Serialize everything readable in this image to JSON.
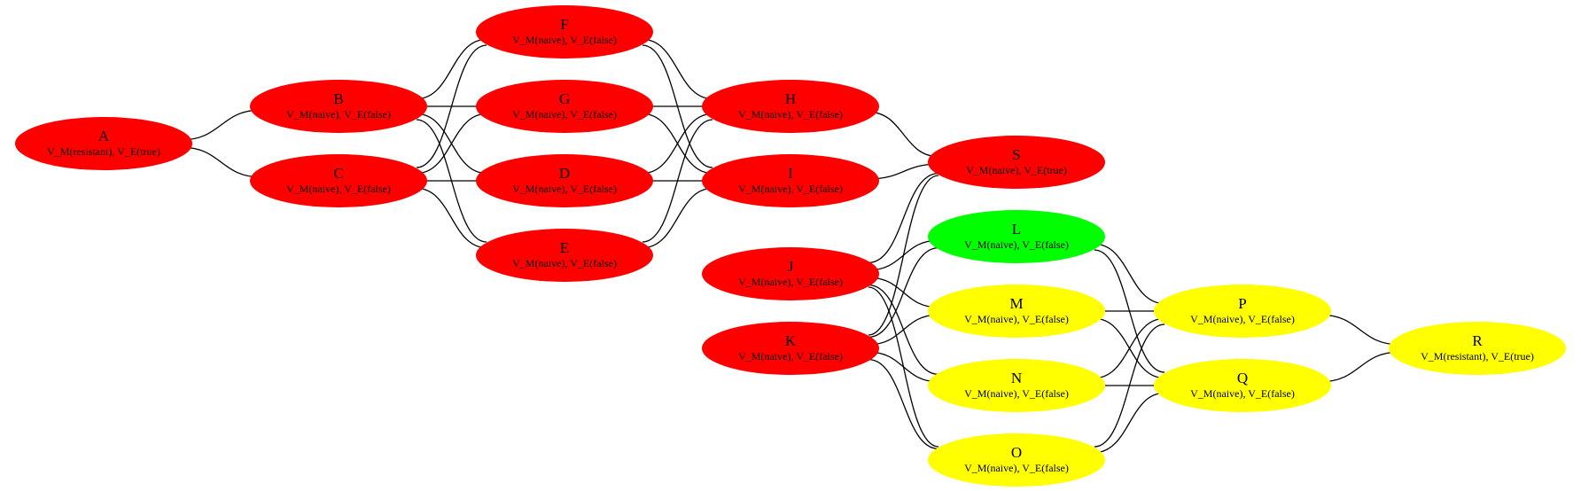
{
  "colors": {
    "red": "#ff0000",
    "green": "#00ff00",
    "yellow": "#ffff00",
    "edge": "#000000"
  },
  "nodes": [
    {
      "id": "A",
      "label": "A",
      "sublabel": "V_M(resistant), V_E(true)",
      "color": "red"
    },
    {
      "id": "B",
      "label": "B",
      "sublabel": "V_M(naive), V_E(false)",
      "color": "red"
    },
    {
      "id": "C",
      "label": "C",
      "sublabel": "V_M(naive), V_E(false)",
      "color": "red"
    },
    {
      "id": "F",
      "label": "F",
      "sublabel": "V_M(naive), V_E(false)",
      "color": "red"
    },
    {
      "id": "G",
      "label": "G",
      "sublabel": "V_M(naive), V_E(false)",
      "color": "red"
    },
    {
      "id": "D",
      "label": "D",
      "sublabel": "V_M(naive), V_E(false)",
      "color": "red"
    },
    {
      "id": "E",
      "label": "E",
      "sublabel": "V_M(naive), V_E(false)",
      "color": "red"
    },
    {
      "id": "H",
      "label": "H",
      "sublabel": "V_M(naive), V_E(false)",
      "color": "red"
    },
    {
      "id": "I",
      "label": "I",
      "sublabel": "V_M(naive), V_E(false)",
      "color": "red"
    },
    {
      "id": "S",
      "label": "S",
      "sublabel": "V_M(naive), V_E(true)",
      "color": "red"
    },
    {
      "id": "J",
      "label": "J",
      "sublabel": "V_M(naive), V_E(false)",
      "color": "red"
    },
    {
      "id": "K",
      "label": "K",
      "sublabel": "V_M(naive), V_E(false)",
      "color": "red"
    },
    {
      "id": "L",
      "label": "L",
      "sublabel": "V_M(naive), V_E(false)",
      "color": "green"
    },
    {
      "id": "M",
      "label": "M",
      "sublabel": "V_M(naive), V_E(false)",
      "color": "yellow"
    },
    {
      "id": "N",
      "label": "N",
      "sublabel": "V_M(naive), V_E(false)",
      "color": "yellow"
    },
    {
      "id": "O",
      "label": "O",
      "sublabel": "V_M(naive), V_E(false)",
      "color": "yellow"
    },
    {
      "id": "P",
      "label": "P",
      "sublabel": "V_M(naive), V_E(false)",
      "color": "yellow"
    },
    {
      "id": "Q",
      "label": "Q",
      "sublabel": "V_M(naive), V_E(false)",
      "color": "yellow"
    },
    {
      "id": "R",
      "label": "R",
      "sublabel": "V_M(resistant), V_E(true)",
      "color": "yellow"
    }
  ],
  "edges": [
    [
      "A",
      "B"
    ],
    [
      "A",
      "C"
    ],
    [
      "B",
      "F"
    ],
    [
      "B",
      "G"
    ],
    [
      "B",
      "D"
    ],
    [
      "B",
      "E"
    ],
    [
      "C",
      "F"
    ],
    [
      "C",
      "G"
    ],
    [
      "C",
      "D"
    ],
    [
      "C",
      "E"
    ],
    [
      "F",
      "H"
    ],
    [
      "F",
      "I"
    ],
    [
      "G",
      "H"
    ],
    [
      "G",
      "I"
    ],
    [
      "D",
      "H"
    ],
    [
      "D",
      "I"
    ],
    [
      "E",
      "H"
    ],
    [
      "E",
      "I"
    ],
    [
      "H",
      "S"
    ],
    [
      "I",
      "S"
    ],
    [
      "J",
      "S"
    ],
    [
      "J",
      "L"
    ],
    [
      "J",
      "M"
    ],
    [
      "J",
      "N"
    ],
    [
      "J",
      "O"
    ],
    [
      "K",
      "S"
    ],
    [
      "K",
      "L"
    ],
    [
      "K",
      "M"
    ],
    [
      "K",
      "N"
    ],
    [
      "K",
      "O"
    ],
    [
      "L",
      "P"
    ],
    [
      "L",
      "Q"
    ],
    [
      "M",
      "P"
    ],
    [
      "M",
      "Q"
    ],
    [
      "N",
      "P"
    ],
    [
      "N",
      "Q"
    ],
    [
      "O",
      "P"
    ],
    [
      "O",
      "Q"
    ],
    [
      "P",
      "R"
    ],
    [
      "Q",
      "R"
    ]
  ]
}
